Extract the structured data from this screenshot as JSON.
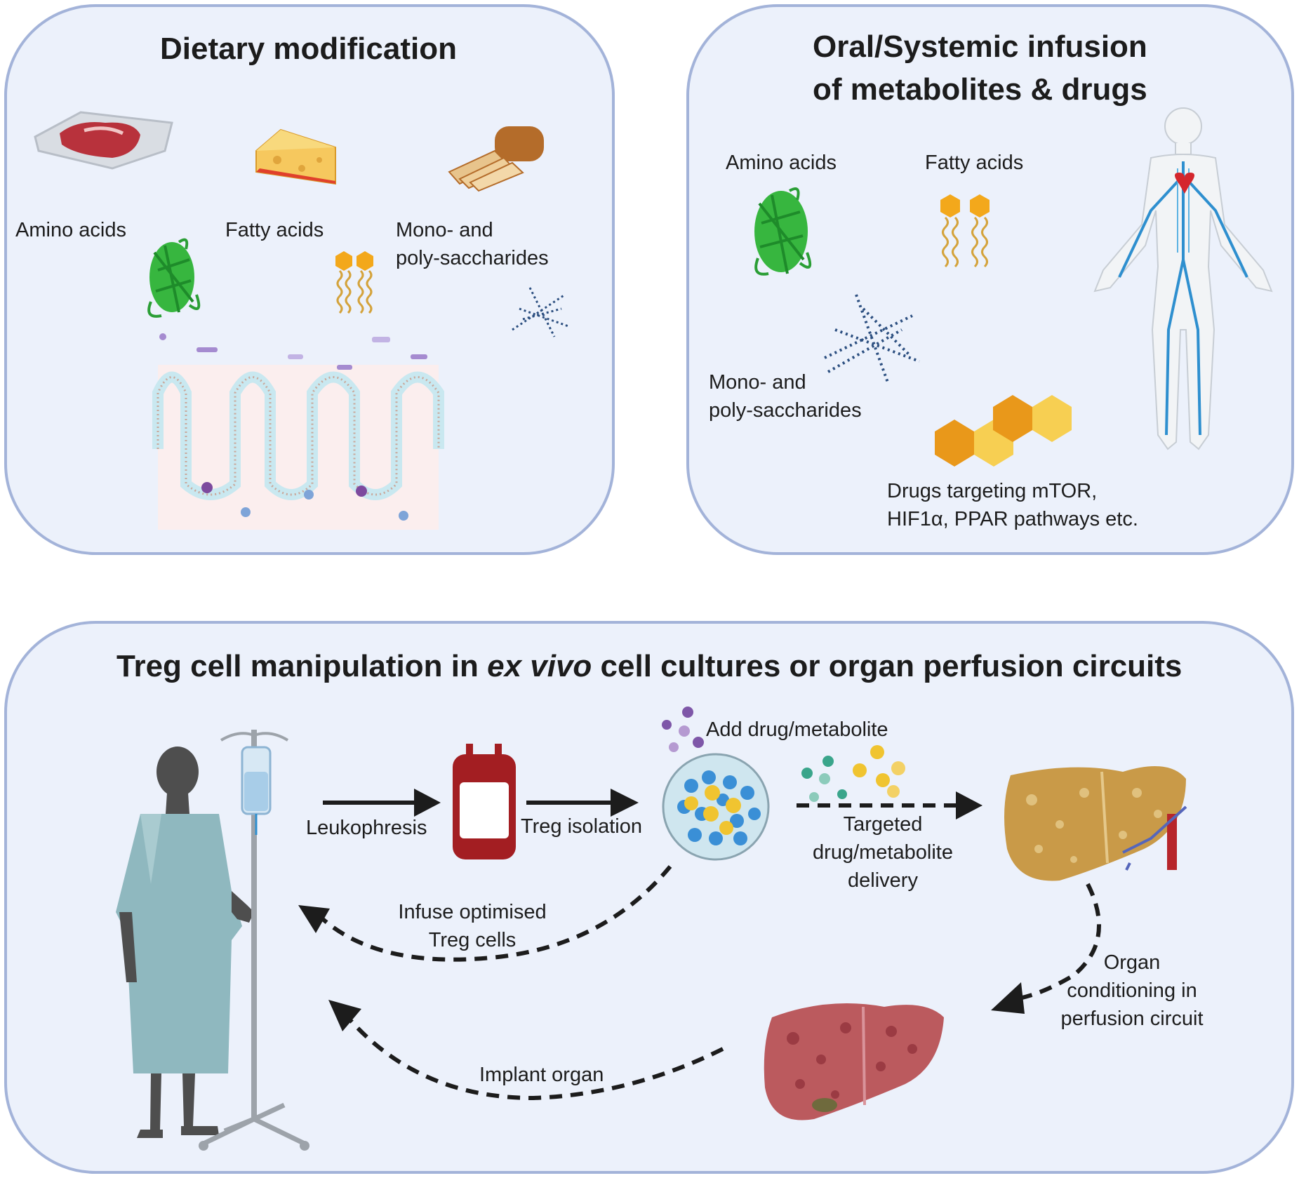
{
  "diet": {
    "title": "Dietary modification",
    "amino": "Amino acids",
    "fatty": "Fatty acids",
    "sacch1": "Mono- and",
    "sacch2": "poly-saccharides"
  },
  "oral": {
    "title1": "Oral/Systemic infusion",
    "title2": "of metabolites & drugs",
    "amino": "Amino acids",
    "fatty": "Fatty acids",
    "sacch1": "Mono- and",
    "sacch2": "poly-saccharides",
    "drugs1": "Drugs targeting mTOR,",
    "drugs2": "HIF1α, PPAR pathways etc."
  },
  "treg": {
    "title_a": "Treg cell manipulation in ",
    "title_em": "ex vivo",
    "title_b": " cell cultures or organ perfusion circuits",
    "leuko": "Leukophresis",
    "isolation": "Treg isolation",
    "add": "Add drug/metabolite",
    "targeted1": "Targeted",
    "targeted2": "drug/metabolite",
    "targeted3": "delivery",
    "infuse1": "Infuse optimised",
    "infuse2": "Treg cells",
    "organ1": "Organ",
    "organ2": "conditioning in",
    "organ3": "perfusion circuit",
    "implant": "Implant organ"
  },
  "colors": {
    "panel_fill": "#ecf1fb",
    "panel_border": "#a3b3d9",
    "protein": "#2fb33a",
    "lipid_head": "#f3a81b",
    "sugar": "#2c4f80",
    "drug_hex_dark": "#e9981a",
    "drug_hex_light": "#f7cf52",
    "blood_bag": "#a31e22",
    "liver_healthy": "#c99a48",
    "liver_damaged": "#bb5a5e",
    "silhouette": "#4e4e4e",
    "gown": "#8fb8bf"
  }
}
